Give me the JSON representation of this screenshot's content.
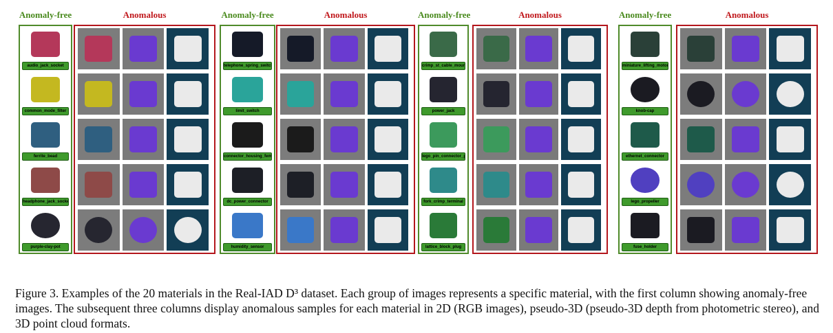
{
  "figure": {
    "header_free": "Anomaly-free",
    "header_anomalous": "Anomalous",
    "groups": [
      {
        "materials": [
          {
            "name": "audio_jack_socket",
            "color": "#b4385a"
          },
          {
            "name": "common_mode_filter",
            "color": "#c4b820"
          },
          {
            "name": "ferrite_bead",
            "color": "#2f5f80"
          },
          {
            "name": "headphone_jack_socket",
            "color": "#8e4a48"
          },
          {
            "name": "purple-clay-pot",
            "color": "#262630"
          }
        ]
      },
      {
        "materials": [
          {
            "name": "telephone_spring_switch",
            "color": "#151a28"
          },
          {
            "name": "limit_switch",
            "color": "#2aa49a"
          },
          {
            "name": "connector_housing_female",
            "color": "#1b1b1b"
          },
          {
            "name": "dc_power_connector",
            "color": "#1d1f26"
          },
          {
            "name": "humidity_sensor",
            "color": "#3a78c8"
          }
        ]
      },
      {
        "materials": [
          {
            "name": "crimp_st_cable_mount_box",
            "color": "#3a6a48"
          },
          {
            "name": "power_jack",
            "color": "#252530"
          },
          {
            "name": "lego_pin_connector_plate",
            "color": "#3c9a5c"
          },
          {
            "name": "fork_crimp_terminal",
            "color": "#2e8a8a"
          },
          {
            "name": "lattice_block_plug",
            "color": "#2a7a38"
          }
        ]
      },
      {
        "materials": [
          {
            "name": "miniature_lifting_motor",
            "color": "#2a4038"
          },
          {
            "name": "knob-cap",
            "color": "#1b1b22"
          },
          {
            "name": "ethernet_connector",
            "color": "#1e5a4a"
          },
          {
            "name": "lego_propeller",
            "color": "#5040c0"
          },
          {
            "name": "fuse_holder",
            "color": "#1b1b22"
          }
        ]
      }
    ],
    "anomaly_styles": {
      "rgb_bg": "#7c7c7c",
      "pseudo3d_bg": "#7a7a7a",
      "pseudo3d_obj": "#6a3ad0",
      "pointcloud_bg": "#123e55",
      "pointcloud_obj": "#eaeaea"
    }
  },
  "caption": "Figure 3.  Examples of the 20 materials in the Real-IAD D³ dataset.  Each group of images represents a specific material, with the first column showing anomaly-free images. The subsequent three columns display anomalous samples for each material in 2D (RGB images), pseudo-3D (pseudo-3D depth from photometric stereo), and 3D point cloud formats."
}
